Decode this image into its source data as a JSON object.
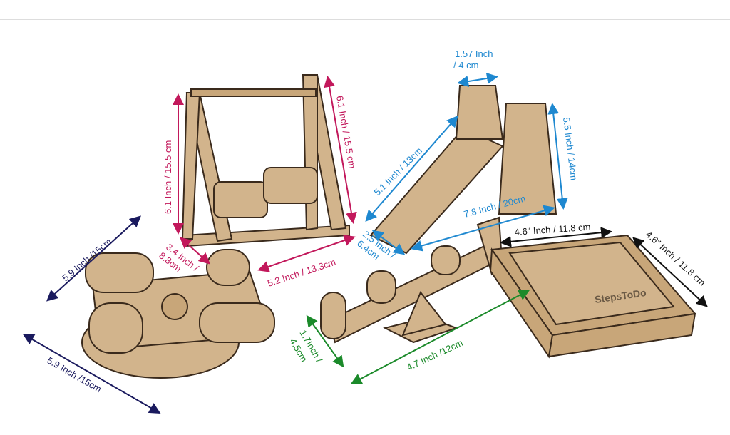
{
  "colors": {
    "magenta": "#c2185b",
    "blue": "#1e88d0",
    "navy": "#1a1a5e",
    "black": "#111111",
    "green": "#1b8a2a",
    "wood": "#d2b48c"
  },
  "swing": {
    "height_left": "6.1 Inch / 15.5 cm",
    "height_right": "6.1 Inch / 15.5 cm",
    "depth_line1": "3.4 Inch /",
    "depth_line2": "8.8cm",
    "width": "5.2 Inch / 13.3cm"
  },
  "merry_go_round": {
    "dim_top": "5.9 Inch /15cm",
    "dim_bottom": "5.9 Inch /15cm"
  },
  "slide": {
    "top_width_line1": "1.57 Inch",
    "top_width_line2": "/ 4 cm",
    "ramp_length": "5.1 Inch / 13cm",
    "height": "5.5 Inch / 14cm",
    "length": "7.8 Inch / 20cm",
    "width_line1": "2.5 Inch /",
    "width_line2": "6.4cm"
  },
  "sandbox": {
    "width": "4.6\" Inch / 11.8 cm",
    "depth": "4.6\" Inch / 11.8 cm",
    "brand": "StepsToDo"
  },
  "seesaw": {
    "height_line1": "1.7Inch /",
    "height_line2": "4.5cm",
    "length": "4.7 Inch /12cm"
  }
}
